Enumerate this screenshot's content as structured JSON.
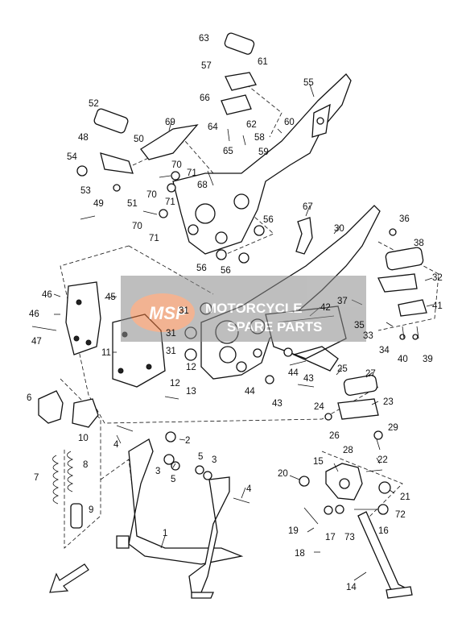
{
  "callouts": [
    {
      "id": "c1",
      "text": "1"
    },
    {
      "id": "c2",
      "text": "2"
    },
    {
      "id": "c3a",
      "text": "3"
    },
    {
      "id": "c3b",
      "text": "3"
    },
    {
      "id": "c4a",
      "text": "4"
    },
    {
      "id": "c4b",
      "text": "4"
    },
    {
      "id": "c5a",
      "text": "5"
    },
    {
      "id": "c5b",
      "text": "5"
    },
    {
      "id": "c6",
      "text": "6"
    },
    {
      "id": "c7",
      "text": "7"
    },
    {
      "id": "c8",
      "text": "8"
    },
    {
      "id": "c9",
      "text": "9"
    },
    {
      "id": "c10",
      "text": "10"
    },
    {
      "id": "c11",
      "text": "11"
    },
    {
      "id": "c12a",
      "text": "12"
    },
    {
      "id": "c12b",
      "text": "12"
    },
    {
      "id": "c13",
      "text": "13"
    },
    {
      "id": "c14",
      "text": "14"
    },
    {
      "id": "c15",
      "text": "15"
    },
    {
      "id": "c16",
      "text": "16"
    },
    {
      "id": "c17",
      "text": "17"
    },
    {
      "id": "c18",
      "text": "18"
    },
    {
      "id": "c19",
      "text": "19"
    },
    {
      "id": "c20",
      "text": "20"
    },
    {
      "id": "c21",
      "text": "21"
    },
    {
      "id": "c22",
      "text": "22"
    },
    {
      "id": "c23",
      "text": "23"
    },
    {
      "id": "c24",
      "text": "24"
    },
    {
      "id": "c25",
      "text": "25"
    },
    {
      "id": "c26",
      "text": "26"
    },
    {
      "id": "c27",
      "text": "27"
    },
    {
      "id": "c28",
      "text": "28"
    },
    {
      "id": "c29",
      "text": "29"
    },
    {
      "id": "c30",
      "text": "30"
    },
    {
      "id": "c31a",
      "text": "31"
    },
    {
      "id": "c31b",
      "text": "31"
    },
    {
      "id": "c31c",
      "text": "31"
    },
    {
      "id": "c32",
      "text": "32"
    },
    {
      "id": "c33",
      "text": "33"
    },
    {
      "id": "c34",
      "text": "34"
    },
    {
      "id": "c35",
      "text": "35"
    },
    {
      "id": "c36",
      "text": "36"
    },
    {
      "id": "c37",
      "text": "37"
    },
    {
      "id": "c38",
      "text": "38"
    },
    {
      "id": "c39",
      "text": "39"
    },
    {
      "id": "c40",
      "text": "40"
    },
    {
      "id": "c41",
      "text": "41"
    },
    {
      "id": "c42",
      "text": "42"
    },
    {
      "id": "c43a",
      "text": "43"
    },
    {
      "id": "c43b",
      "text": "43"
    },
    {
      "id": "c44a",
      "text": "44"
    },
    {
      "id": "c44b",
      "text": "44"
    },
    {
      "id": "c45",
      "text": "45"
    },
    {
      "id": "c46a",
      "text": "46"
    },
    {
      "id": "c46b",
      "text": "46"
    },
    {
      "id": "c47",
      "text": "47"
    },
    {
      "id": "c48",
      "text": "48"
    },
    {
      "id": "c49",
      "text": "49"
    },
    {
      "id": "c50",
      "text": "50"
    },
    {
      "id": "c51",
      "text": "51"
    },
    {
      "id": "c52",
      "text": "52"
    },
    {
      "id": "c53",
      "text": "53"
    },
    {
      "id": "c54",
      "text": "54"
    },
    {
      "id": "c55",
      "text": "55"
    },
    {
      "id": "c56a",
      "text": "56"
    },
    {
      "id": "c56b",
      "text": "56"
    },
    {
      "id": "c56c",
      "text": "56"
    },
    {
      "id": "c57",
      "text": "57"
    },
    {
      "id": "c58",
      "text": "58"
    },
    {
      "id": "c59",
      "text": "59"
    },
    {
      "id": "c60",
      "text": "60"
    },
    {
      "id": "c61",
      "text": "61"
    },
    {
      "id": "c62",
      "text": "62"
    },
    {
      "id": "c63",
      "text": "63"
    },
    {
      "id": "c64",
      "text": "64"
    },
    {
      "id": "c65",
      "text": "65"
    },
    {
      "id": "c66",
      "text": "66"
    },
    {
      "id": "c67",
      "text": "67"
    },
    {
      "id": "c68",
      "text": "68"
    },
    {
      "id": "c69",
      "text": "69"
    },
    {
      "id": "c70a",
      "text": "70"
    },
    {
      "id": "c70b",
      "text": "70"
    },
    {
      "id": "c70c",
      "text": "70"
    },
    {
      "id": "c71a",
      "text": "71"
    },
    {
      "id": "c71b",
      "text": "71"
    },
    {
      "id": "c71c",
      "text": "71"
    },
    {
      "id": "c72",
      "text": "72"
    },
    {
      "id": "c73",
      "text": "73"
    }
  ],
  "watermark": {
    "logo_text": "MSP",
    "line1": "MOTORCYCLE",
    "line2": "SPARE PARTS"
  },
  "colors": {
    "watermark_band": "#8a8a8a",
    "watermark_logo": "#e8763a",
    "line": "#111111"
  },
  "icons": {
    "front_arrow": "direction-arrow-icon"
  }
}
